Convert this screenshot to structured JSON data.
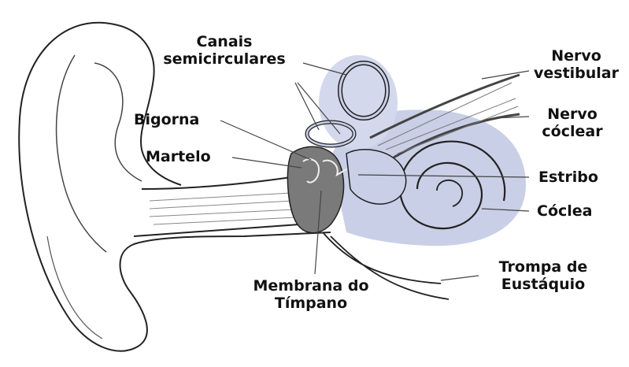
{
  "colors": {
    "background": "#ffffff",
    "ink": "#222222",
    "inner_ear_fill": "#c9cfe6",
    "shade": "#6b6b6b",
    "label": "#111111"
  },
  "labels": {
    "canais": [
      "Canais",
      "semicirculares"
    ],
    "bigorna": "Bigorna",
    "martelo": "Martelo",
    "membrana": [
      "Membrana do",
      "Tímpano"
    ],
    "nervo_vestibular": [
      "Nervo",
      "vestibular"
    ],
    "nervo_coclear": [
      "Nervo",
      "cóclear"
    ],
    "estribo": "Estribo",
    "coclea": "Cóclea",
    "trompa": [
      "Trompa de",
      "Eustáquio"
    ]
  },
  "icons": [
    "ear-anatomy-illustration"
  ]
}
